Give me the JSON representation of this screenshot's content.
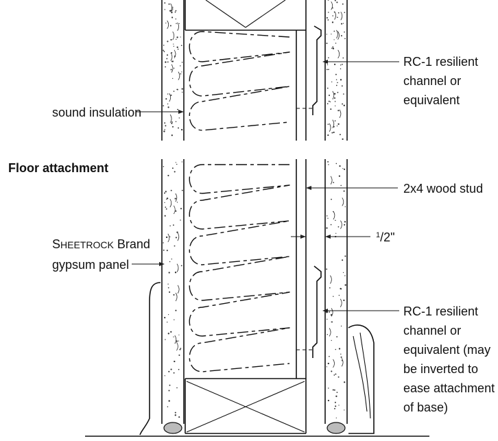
{
  "labels": {
    "floor_attachment": "Floor attachment",
    "sound_insulation": "sound insulation",
    "rc1_top_1": "RC-1 resilient",
    "rc1_top_2": "channel or",
    "rc1_top_3": "equivalent",
    "wood_stud": "2x4 wood stud",
    "gypsum_1a": "S",
    "gypsum_1b": "HEETROCK",
    "gypsum_1c": " Brand",
    "gypsum_2": "gypsum panel",
    "dim_num": "1",
    "dim_rest": "/2\"",
    "rc1_bot_1": "RC-1 resilient",
    "rc1_bot_2": "channel or",
    "rc1_bot_3": "equivalent (may",
    "rc1_bot_4": "be inverted to",
    "rc1_bot_5": "ease attachment",
    "rc1_bot_6": "of base)"
  },
  "colors": {
    "ink": "#111111",
    "background": "#ffffff"
  }
}
